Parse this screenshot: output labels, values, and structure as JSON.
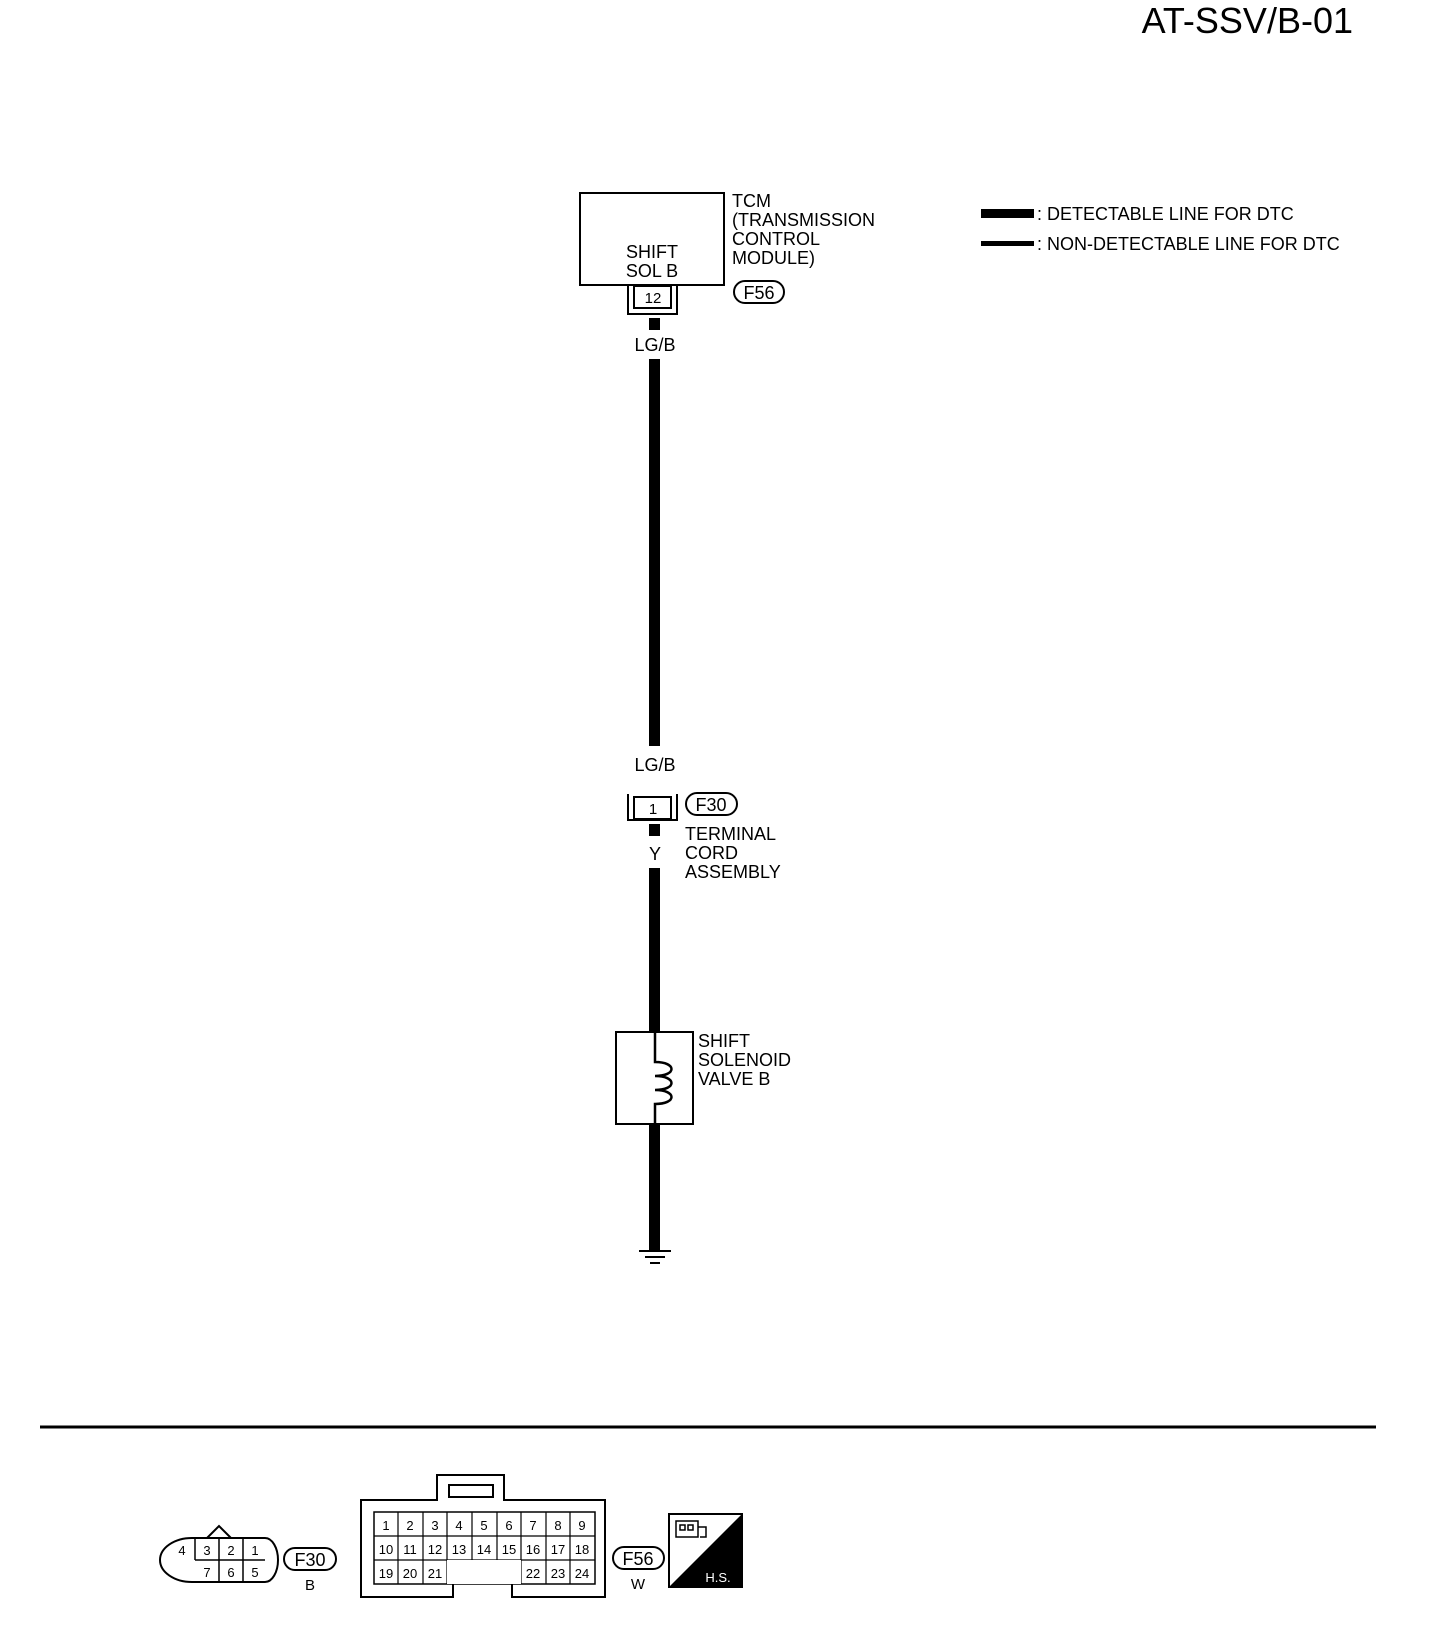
{
  "page_code": "AT-SSV/B-01",
  "legend": {
    "detectable": ": DETECTABLE LINE FOR DTC",
    "non_detectable": ": NON-DETECTABLE LINE FOR DTC"
  },
  "tcm": {
    "name_lines": [
      "TCM",
      "(TRANSMISSION",
      "CONTROL",
      "MODULE)"
    ],
    "terminal_lines": [
      "SHIFT",
      "SOL B"
    ],
    "pin": "12",
    "connector": "F56"
  },
  "wire_color_top": "LG/B",
  "wire_color_mid": "LG/B",
  "wire_color_lower": "Y",
  "terminal_cord": {
    "pin": "1",
    "connector": "F30",
    "name_lines": [
      "TERMINAL",
      "CORD",
      "ASSEMBLY"
    ]
  },
  "solenoid": {
    "name_lines": [
      "SHIFT",
      "SOLENOID",
      "VALVE B"
    ]
  },
  "connectors": {
    "f30": {
      "id": "F30",
      "color": "B",
      "row1": [
        "4",
        "3",
        "2",
        "1"
      ],
      "row2": [
        "7",
        "6",
        "5"
      ]
    },
    "f56": {
      "id": "F56",
      "color": "W",
      "row1": [
        "1",
        "2",
        "3",
        "4",
        "5",
        "6",
        "7",
        "8",
        "9"
      ],
      "row2": [
        "10",
        "11",
        "12",
        "13",
        "14",
        "15",
        "16",
        "17",
        "18"
      ],
      "row3a": [
        "19",
        "20",
        "21"
      ],
      "row3b": [
        "22",
        "23",
        "24"
      ]
    },
    "hs_label": "H.S."
  }
}
